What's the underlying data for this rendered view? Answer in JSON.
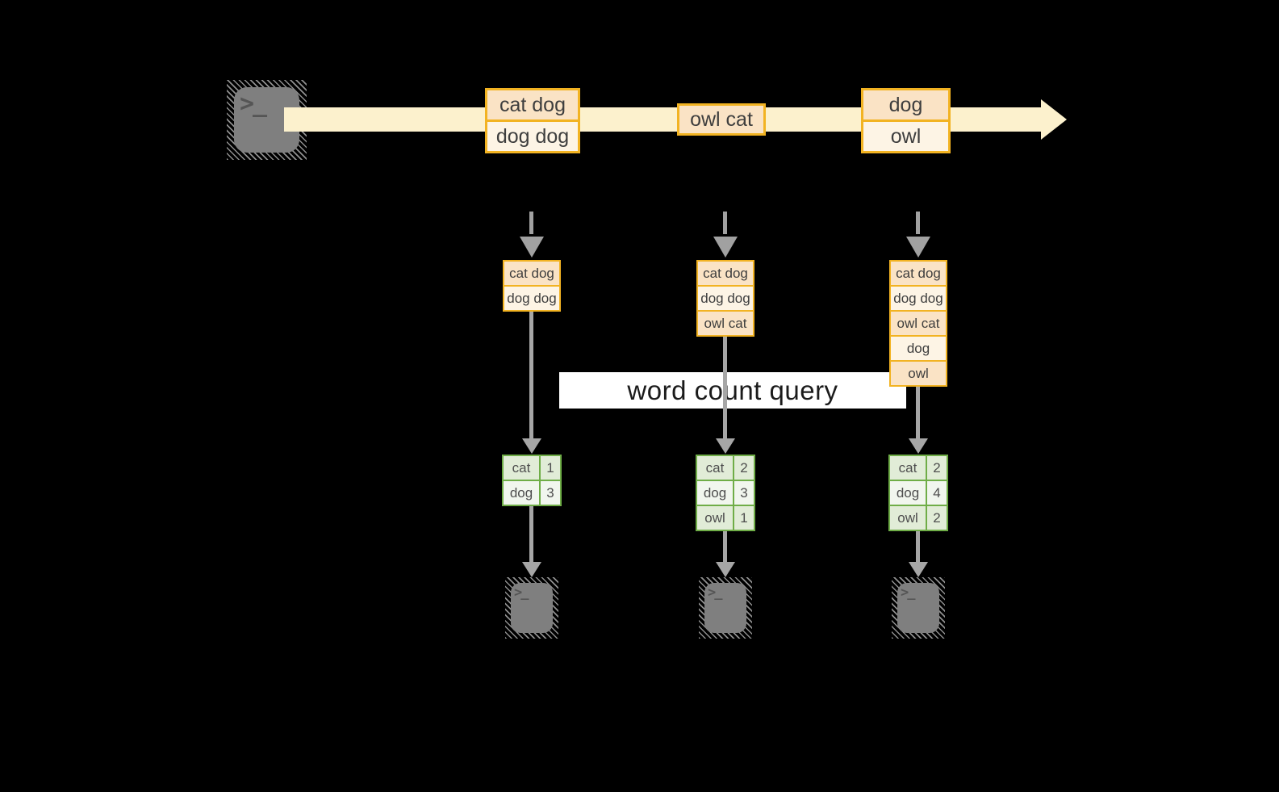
{
  "query_label": "word count query",
  "terminal_glyph": ">_",
  "stream": {
    "batches": [
      {
        "records": [
          "cat dog",
          "dog dog"
        ]
      },
      {
        "records": [
          "owl cat"
        ]
      },
      {
        "records": [
          "dog",
          "owl"
        ]
      }
    ]
  },
  "columns": [
    {
      "state_records": [
        "cat dog",
        "dog dog"
      ],
      "counts": [
        {
          "word": "cat",
          "count": "1"
        },
        {
          "word": "dog",
          "count": "3"
        }
      ]
    },
    {
      "state_records": [
        "cat dog",
        "dog dog",
        "owl cat"
      ],
      "counts": [
        {
          "word": "cat",
          "count": "2"
        },
        {
          "word": "dog",
          "count": "3"
        },
        {
          "word": "owl",
          "count": "1"
        }
      ]
    },
    {
      "state_records": [
        "cat dog",
        "dog dog",
        "owl cat",
        "dog",
        "owl"
      ],
      "counts": [
        {
          "word": "cat",
          "count": "2"
        },
        {
          "word": "dog",
          "count": "4"
        },
        {
          "word": "owl",
          "count": "2"
        }
      ]
    }
  ],
  "colors": {
    "background": "#000000",
    "orange_border": "#F2B322",
    "peach_fill": "#FAE3C5",
    "cream_fill": "#FDF4E5",
    "stream_band": "#FCF1CD",
    "green_border": "#6FAD47",
    "green_cell": "#E1ECD7",
    "green_cell_light": "#F1F6EE",
    "arrow_gray": "#A6A6A6",
    "terminal_gray": "#7F7F7F"
  }
}
